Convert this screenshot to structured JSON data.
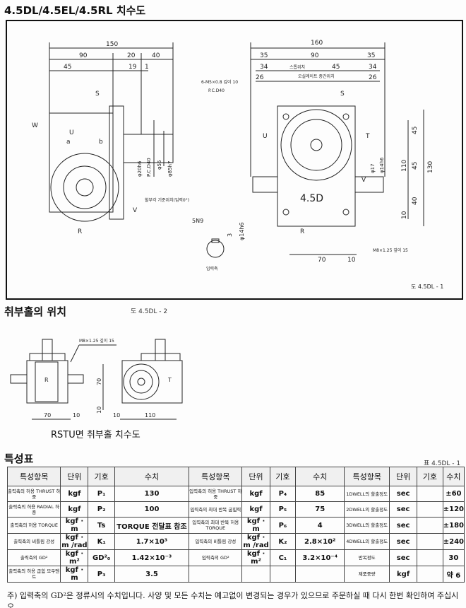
{
  "title": "4.5DL/4.5EL/4.5RL 치수도",
  "figure1": {
    "caption": "도 4.5DL - 1",
    "left": {
      "dims": [
        "150",
        "90",
        "20",
        "40",
        "45",
        "19",
        "1"
      ],
      "labels": [
        "S",
        "W",
        "U",
        "a",
        "b",
        "R",
        "V"
      ],
      "diameters": [
        "φ20h6",
        "P.C.D40",
        "φ55",
        "φ85h7"
      ],
      "note": "할부각 기준위치(입력0°)"
    },
    "shaft": {
      "labels": [
        "5N9",
        "3",
        "φ14h6"
      ],
      "caption": "입력축"
    },
    "right": {
      "dims": [
        "160",
        "35",
        "90",
        "35",
        "34",
        "45",
        "34",
        "26",
        "26",
        "45",
        "45",
        "110",
        "130",
        "40",
        "10",
        "70",
        "10"
      ],
      "diameters": [
        "φ17",
        "φ14h6"
      ],
      "labels": [
        "S",
        "U",
        "T",
        "V",
        "R"
      ],
      "stop": "스톱위치",
      "osc": "오실레이트 중간위치",
      "hole": "6-M5×0.8 깊이 10",
      "pcd": "P.C.D40",
      "mount": "M8×1.25 깊이 15",
      "model": "4.5D"
    }
  },
  "section2": {
    "title": "취부홀의 위치",
    "caption": "도 4.5DL - 2",
    "mount": "M8×1.25 깊이 15",
    "dims": [
      "70",
      "10",
      "70",
      "10",
      "10",
      "110"
    ],
    "labels": [
      "R",
      "T"
    ],
    "subtitle": "RSTU면 취부홀 치수도"
  },
  "section3": {
    "title": "특성표",
    "caption": "표 4.5DL - 1",
    "headers": [
      "특성항목",
      "단위",
      "기호",
      "수치",
      "특성항목",
      "단위",
      "기호",
      "수치",
      "특성항목",
      "단위",
      "기호",
      "수치"
    ],
    "rows": [
      [
        "출력축의 허용 THRUST 하중",
        "kgf",
        "P₁",
        "130",
        "입력축의 허용 THRUST 하중",
        "kgf",
        "P₄",
        "85",
        "1DWELL의 할출정도",
        "sec",
        "",
        "±60"
      ],
      [
        "출력축의 허용 RADIAL 하중",
        "kgf",
        "P₂",
        "100",
        "입력축의 최대 반복 굽힘력",
        "kgf",
        "P₅",
        "75",
        "2DWELL의 할출정도",
        "sec",
        "",
        "±120"
      ],
      [
        "출력축의 허용 TORQUE",
        "kgf · m",
        "Ts",
        "TORQUE 전달표 참조",
        "입력축의 최대 반복 허용 TORQUE",
        "kgf · m",
        "P₆",
        "4",
        "3DWELL의 할출정도",
        "sec",
        "",
        "±180"
      ],
      [
        "출력축의 비틀림 강성",
        "kgf · m /rad",
        "K₁",
        "1.7×10³",
        "입력축의 비틀림 강성",
        "kgf · m /rad",
        "K₂",
        "2.8×10²",
        "4DWELL의 할출정도",
        "sec",
        "",
        "±240"
      ],
      [
        "출력축의 GD²",
        "kgf · m²",
        "GD²₀",
        "1.42×10⁻³",
        "입력축의 GD²",
        "kgf · m²",
        "C₁",
        "3.2×10⁻⁴",
        "반복정도",
        "sec",
        "",
        "30"
      ],
      [
        "출력축의 허용 굽힘 모우멘트",
        "kgf · m",
        "P₃",
        "3.5",
        "",
        "",
        "",
        "",
        "제품중량",
        "kgf",
        "",
        "약 6"
      ]
    ],
    "note": "주) 입력축의 GD²은 정류시의 수치입니다. 사양 및 모든 수치는 예고없이 변경되는 경우가 있으므로 주문하실 때 다시 한번 확인하여 주십시오."
  }
}
